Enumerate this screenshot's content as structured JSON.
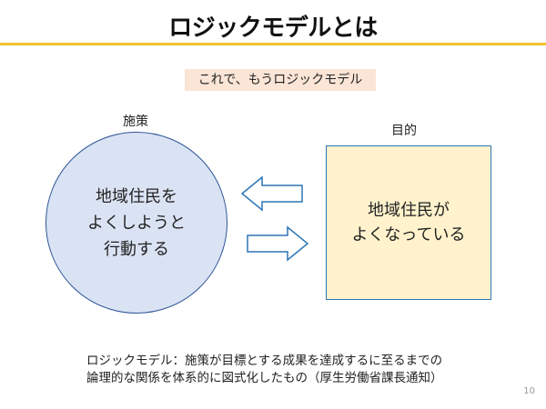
{
  "title": "ロジックモデルとは",
  "callout": "これで、もうロジックモデル",
  "labels": {
    "policy": "施策",
    "goal": "目的"
  },
  "circle": {
    "line1": "地域住民を",
    "line2": "よくしようと",
    "line3": "行動する"
  },
  "square": {
    "line1": "地域住民が",
    "line2": "よくなっている"
  },
  "definition": {
    "line1": "ロジックモデル：施策が目標とする成果を達成するに至るまでの",
    "line2": "論理的な関係を体系的に図式化したもの（厚生労働省課長通知）"
  },
  "page_number": "10",
  "colors": {
    "title_rule": "#f2c230",
    "callout_bg": "#fbe5d6",
    "circle_fill": "#dae3f3",
    "circle_border": "#2f5597",
    "square_fill": "#fff2cc",
    "square_border": "#2e75b6",
    "arrow_stroke": "#2e75b6"
  }
}
